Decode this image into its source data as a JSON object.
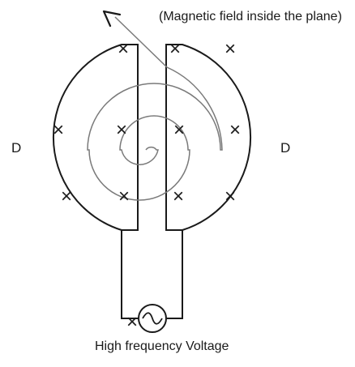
{
  "labels": {
    "field_caption": "(Magnetic field inside the plane)",
    "dee_left": "D",
    "dee_right": "D",
    "source_caption": "High frequency Voltage"
  },
  "field_symbol": "×",
  "icons": {
    "ac_source": "ac-source-icon",
    "exit_arrow": "arrow-icon"
  },
  "colors": {
    "outline": "#1a1a1a",
    "spiral": "#7a7a7a",
    "background": "#ffffff"
  }
}
